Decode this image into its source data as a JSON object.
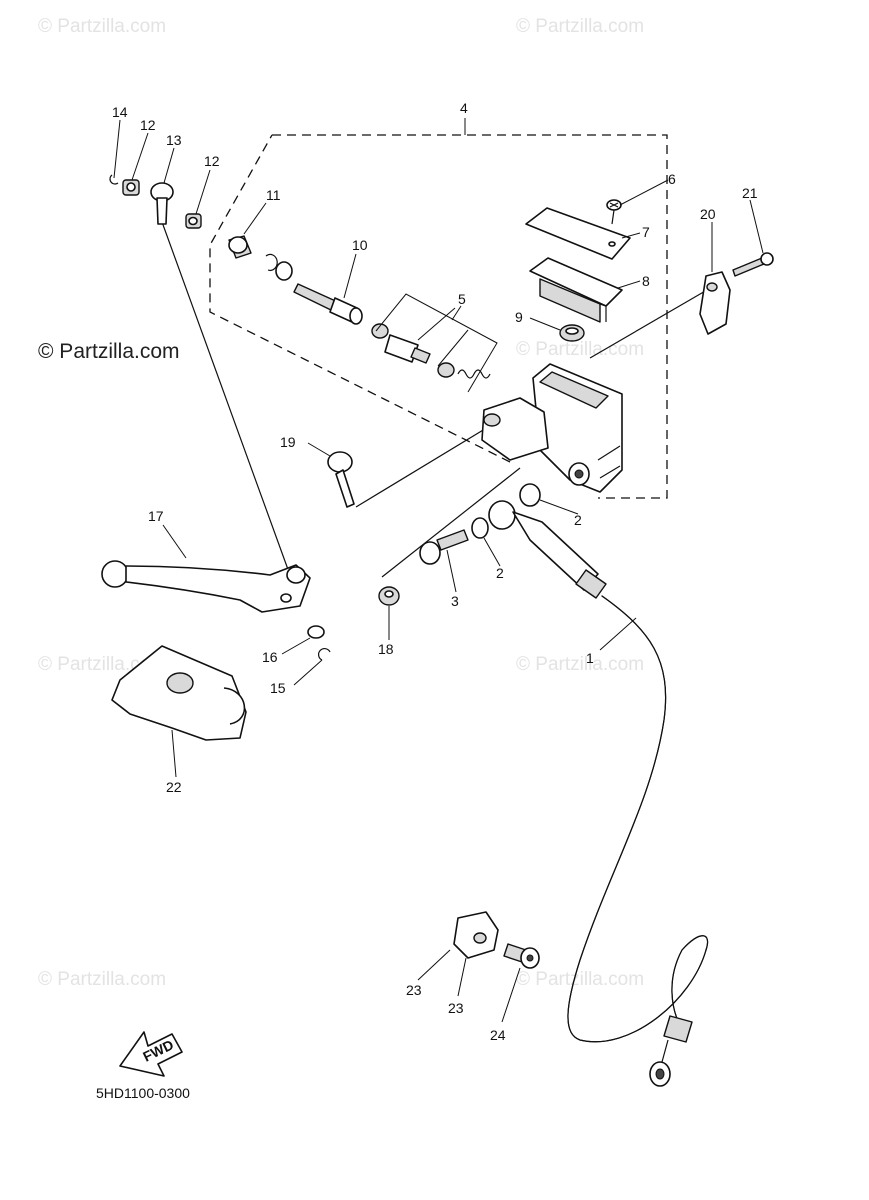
{
  "watermarks": {
    "corner": "© Partzilla.com",
    "main": "© Partzilla.com"
  },
  "diagram_code": "5HD1100-0300",
  "fwd_label": "FWD",
  "callouts": {
    "c1": "1",
    "c2a": "2",
    "c2b": "2",
    "c3": "3",
    "c4": "4",
    "c5": "5",
    "c6": "6",
    "c7": "7",
    "c8": "8",
    "c9": "9",
    "c10": "10",
    "c11": "11",
    "c12a": "12",
    "c12b": "12",
    "c13": "13",
    "c14": "14",
    "c15": "15",
    "c16": "16",
    "c17": "17",
    "c18": "18",
    "c19": "19",
    "c20": "20",
    "c21": "21",
    "c22": "22",
    "c23a": "23",
    "c23b": "23",
    "c24": "24"
  }
}
